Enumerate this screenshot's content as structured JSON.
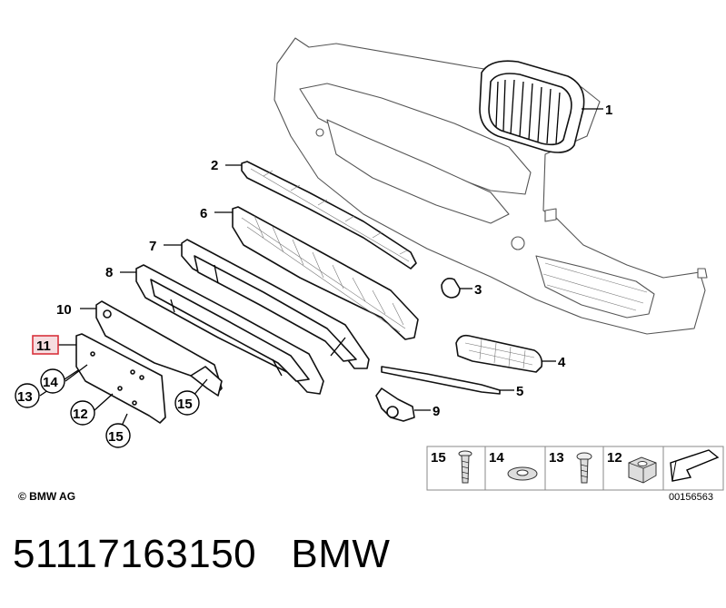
{
  "callouts": [
    {
      "number": "1",
      "part": "grille"
    },
    {
      "number": "2",
      "part": "upper-trim-strip"
    },
    {
      "number": "6",
      "part": "mesh-grille"
    },
    {
      "number": "7",
      "part": "grille-frame"
    },
    {
      "number": "8",
      "part": "lower-trim-frame"
    },
    {
      "number": "10",
      "part": "license-plate-base"
    },
    {
      "number": "11",
      "part": "license-plate-bracket",
      "highlighted": true
    },
    {
      "number": "3",
      "part": "cover-cap"
    },
    {
      "number": "4",
      "part": "side-grille"
    },
    {
      "number": "5",
      "part": "side-trim-strip"
    },
    {
      "number": "9",
      "part": "sensor-holder"
    },
    {
      "number": "13",
      "part": "screw"
    },
    {
      "number": "14",
      "part": "washer"
    },
    {
      "number": "12",
      "part": "nut"
    },
    {
      "number": "15",
      "part": "screw"
    },
    {
      "number": "15",
      "part": "screw"
    }
  ],
  "legend": [
    {
      "number": "15",
      "icon": "screw-icon"
    },
    {
      "number": "14",
      "icon": "washer-icon"
    },
    {
      "number": "13",
      "icon": "screw-icon"
    },
    {
      "number": "12",
      "icon": "nut-icon"
    },
    {
      "number": "",
      "icon": "direction-arrow-icon"
    }
  ],
  "copyright": "© BMW AG",
  "diagram_number": "00156563",
  "footer": {
    "part_number": "51117163150",
    "brand": "BMW"
  },
  "colors": {
    "highlight_border": "#d9323c",
    "highlight_fill": "#f6dde0"
  }
}
